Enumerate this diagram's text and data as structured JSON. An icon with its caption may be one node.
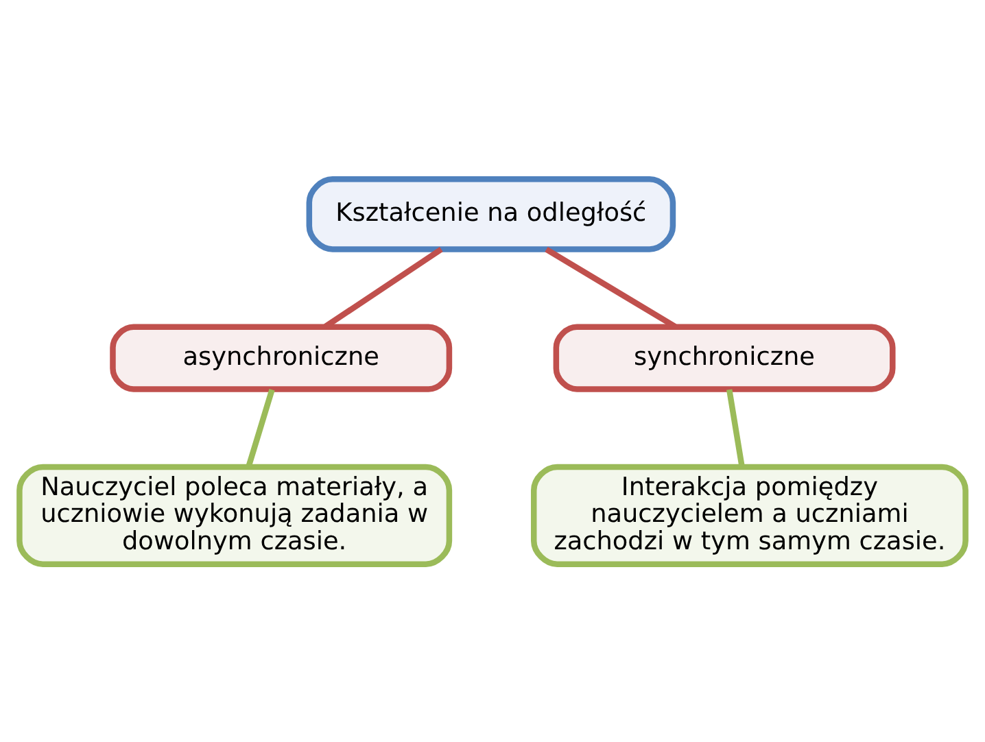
{
  "diagram": {
    "nodes": [
      {
        "text": [
          "Kształcenie na odległość"
        ]
      },
      {
        "text": [
          "asynchroniczne"
        ]
      },
      {
        "text": [
          "synchroniczne"
        ]
      },
      {
        "text": [
          "Nauczyciel poleca materiały, a uczniowie wykonują zadania w dowolnym czasie."
        ]
      },
      {
        "text": [
          "Interakcja pomiędzy nauczycielem a uczniami zachodzi w tym samym czasie."
        ]
      }
    ],
    "edges": [
      {
        "from": 0,
        "to": 1,
        "arrow": "none",
        "color": "#c0504d"
      },
      {
        "from": 0,
        "to": 2,
        "arrow": "none",
        "color": "#c0504d"
      },
      {
        "from": 1,
        "to": 3,
        "arrow": "none",
        "color": "#9bbb59"
      },
      {
        "from": 2,
        "to": 4,
        "arrow": "none",
        "color": "#9bbb59"
      }
    ]
  }
}
